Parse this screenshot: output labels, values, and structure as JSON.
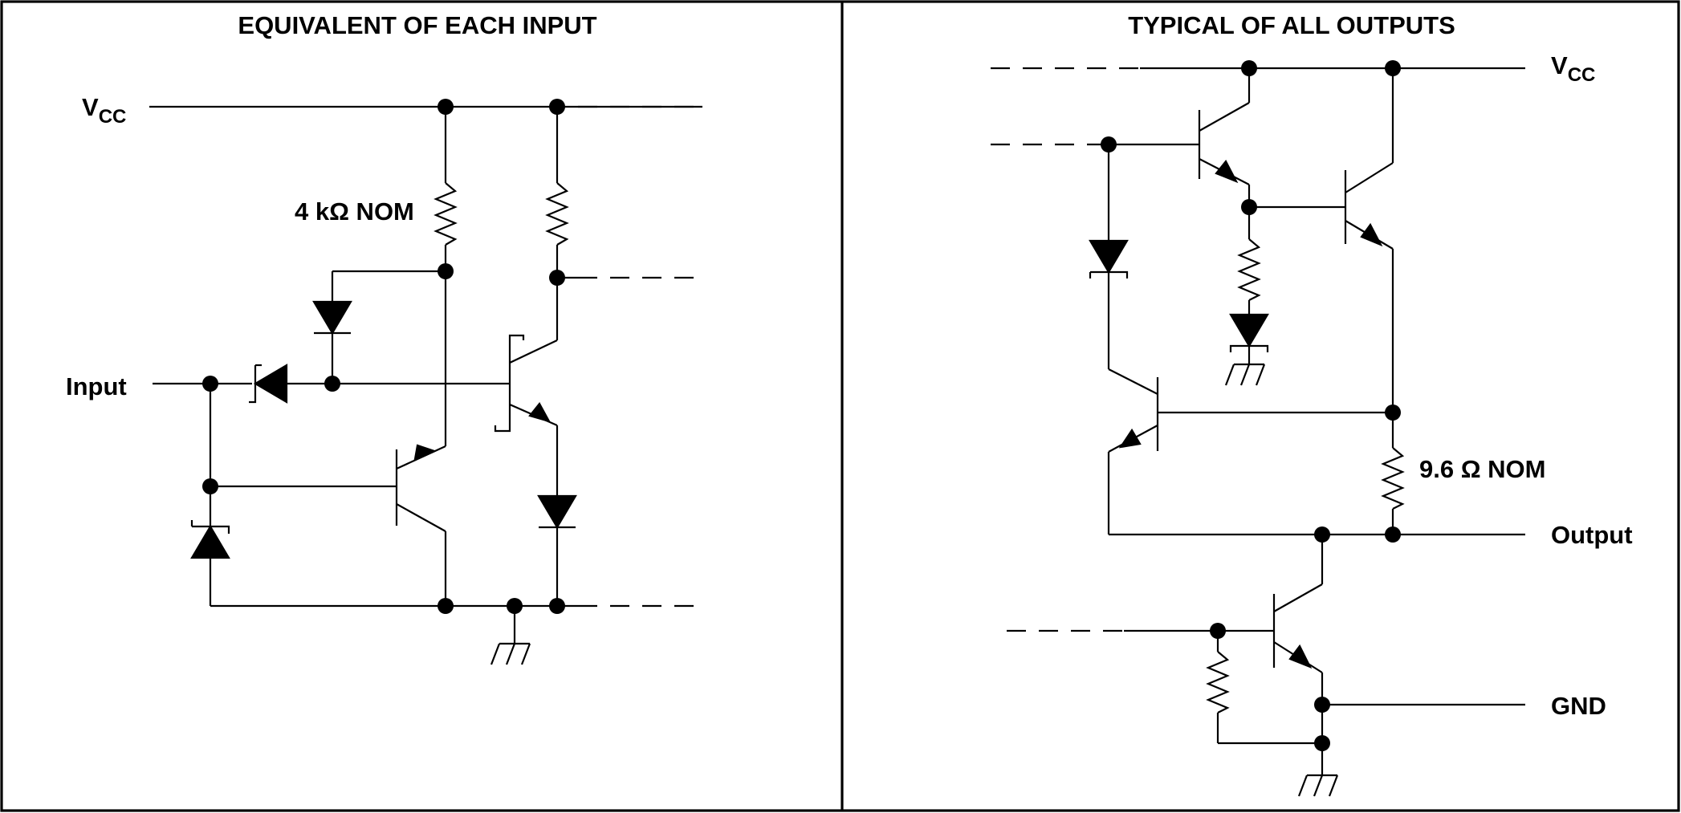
{
  "panels": {
    "input": {
      "title": "EQUIVALENT OF EACH INPUT",
      "vcc_label": "V",
      "vcc_sub": "CC",
      "resistor_label": "4 kΩ NOM",
      "input_label": "Input"
    },
    "output": {
      "title": "TYPICAL OF ALL OUTPUTS",
      "vcc_label": "V",
      "vcc_sub": "CC",
      "resistor_label": "9.6 Ω NOM",
      "output_label": "Output",
      "gnd_label": "GND"
    }
  }
}
